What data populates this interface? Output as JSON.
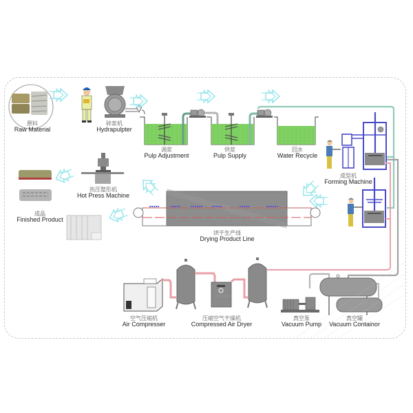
{
  "diagram": {
    "title": "Pulp molding production line process",
    "colors": {
      "arrow": "#8fe3ea",
      "pulp_green": "#7ccf5f",
      "water_pipe": "#8fc9b8",
      "air_pipe": "#e8a0a8",
      "vacuum_pipe": "#a0a0a0",
      "machine_blue": "#4a4ac8",
      "machine_gray": "#8a8a8a"
    },
    "stations": {
      "raw_material": {
        "cn": "原料",
        "en": "Raw Material"
      },
      "hydrapulpter": {
        "cn": "碎浆机",
        "en": "Hydrapulpter"
      },
      "pulp_adjustment": {
        "cn": "调浆",
        "en": "Pulp Adjustment"
      },
      "pulp_supply": {
        "cn": "供浆",
        "en": "Pulp Supply"
      },
      "water_recycle": {
        "cn": "回水",
        "en": "Water Recycle"
      },
      "forming_machine": {
        "cn": "成型机",
        "en": "Forming Machine"
      },
      "drying_line": {
        "cn": "烘干生产线",
        "en": "Drying Product Line"
      },
      "hot_press": {
        "cn": "热压整形机",
        "en": "Hot Press Machine"
      },
      "finished_product": {
        "cn": "成品",
        "en": "Finished Product"
      },
      "air_compressor": {
        "cn": "空气压缩机",
        "en": "Air Compresser"
      },
      "air_dryer": {
        "cn": "压缩空气干燥机",
        "en": "Compressed Air Dryer"
      },
      "vacuum_pump": {
        "cn": "真空泵",
        "en": "Vacuum Pump"
      },
      "vacuum_container": {
        "cn": "真空罐",
        "en": "Vacuum Containor"
      }
    }
  }
}
